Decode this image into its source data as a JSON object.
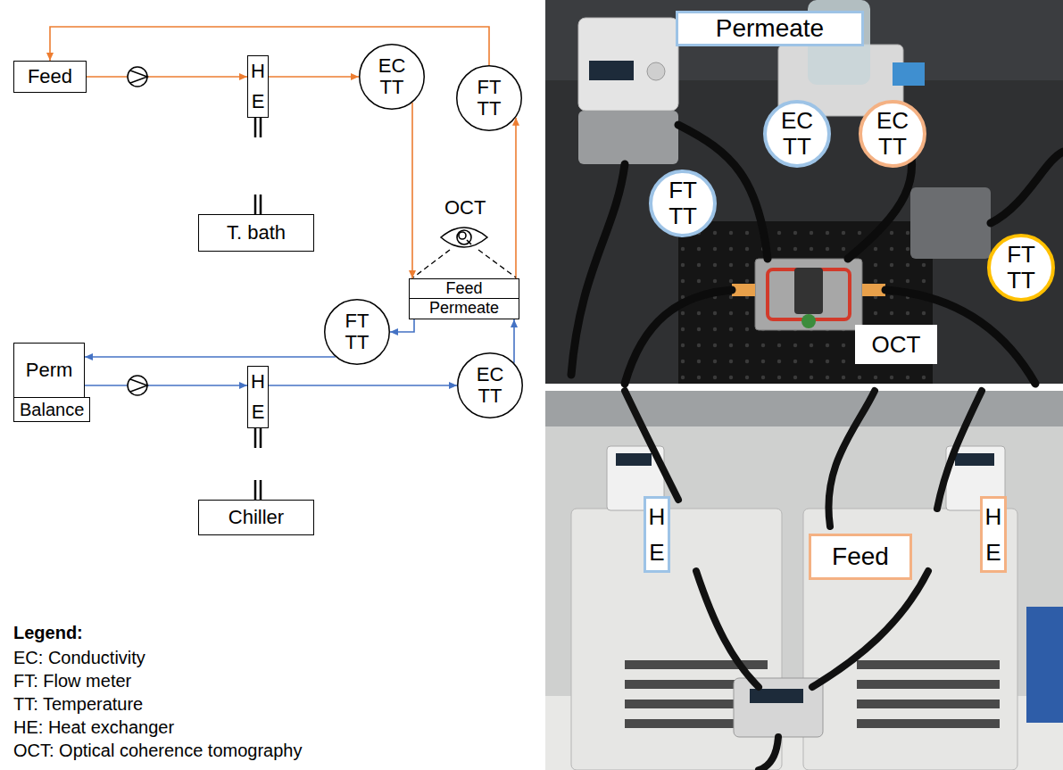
{
  "diagram": {
    "nodes": [
      {
        "text": [
          "Feed"
        ]
      },
      {
        "text": [
          "H E"
        ]
      },
      {
        "text": [
          "EC TT"
        ]
      },
      {
        "text": [
          "FT TT"
        ]
      },
      {
        "text": [
          "T. bath"
        ]
      },
      {
        "text": [
          "Feed"
        ]
      },
      {
        "text": [
          "Permeate"
        ]
      },
      {
        "text": [
          "FT TT"
        ]
      },
      {
        "text": [
          "Perm"
        ]
      },
      {
        "text": [
          "Balance"
        ]
      },
      {
        "text": [
          "H E"
        ]
      },
      {
        "text": [
          "EC TT"
        ]
      },
      {
        "text": [
          "Chiller"
        ]
      },
      {
        "text": [
          "Permeate"
        ]
      },
      {
        "text": [
          "EC TT"
        ]
      },
      {
        "text": [
          "EC TT"
        ]
      },
      {
        "text": [
          "FT TT"
        ]
      },
      {
        "text": [
          "FT TT"
        ]
      },
      {
        "text": [
          "OCT"
        ]
      },
      {
        "text": [
          "Feed"
        ]
      },
      {
        "text": [
          "H E"
        ]
      },
      {
        "text": [
          "H E"
        ]
      }
    ],
    "edges": [
      {
        "from": 0,
        "to": 1,
        "arrow": "to"
      },
      {
        "from": 1,
        "to": 2,
        "arrow": "to"
      },
      {
        "from": 2,
        "to": 5,
        "arrow": "to"
      },
      {
        "from": 5,
        "to": 3,
        "arrow": "to"
      },
      {
        "from": 3,
        "to": 0,
        "arrow": "to"
      },
      {
        "from": 1,
        "to": 4,
        "arrow": "none"
      },
      {
        "from": 8,
        "to": 10,
        "arrow": "to"
      },
      {
        "from": 10,
        "to": 11,
        "arrow": "to"
      },
      {
        "from": 11,
        "to": 6,
        "arrow": "to"
      },
      {
        "from": 6,
        "to": 7,
        "arrow": "to"
      },
      {
        "from": 7,
        "to": 8,
        "arrow": "to"
      },
      {
        "from": 10,
        "to": 12,
        "arrow": "none"
      }
    ],
    "labels": [
      "OCT",
      "Legend:"
    ],
    "legend": [
      {
        "text": "EC: Conductivity"
      },
      {
        "text": "FT: Flow meter"
      },
      {
        "text": "TT: Temperature"
      },
      {
        "text": "HE: Heat exchanger"
      },
      {
        "text": "OCT: Optical coherence tomography"
      }
    ]
  }
}
